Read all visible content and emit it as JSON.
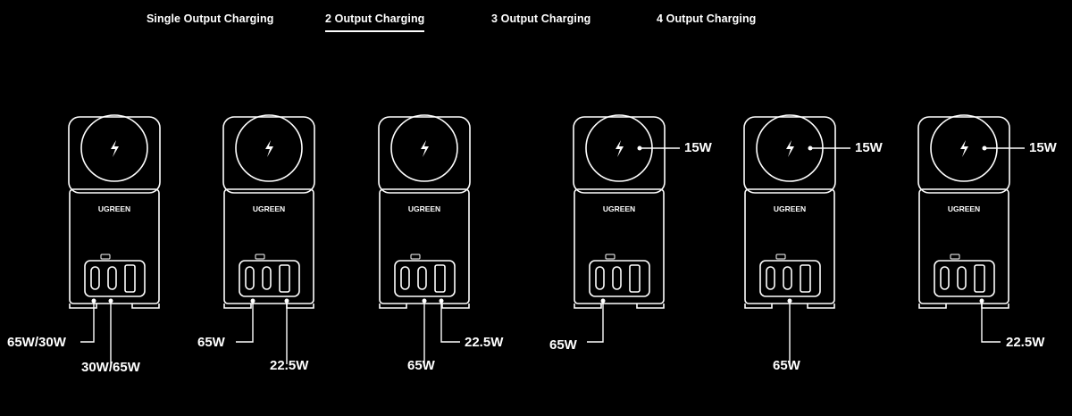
{
  "tabs": [
    {
      "label": "Single Output Charging",
      "active": false
    },
    {
      "label": "2 Output Charging",
      "active": true
    },
    {
      "label": "3 Output Charging",
      "active": false
    },
    {
      "label": "4 Output Charging",
      "active": false
    }
  ],
  "brand": "UGREEN",
  "chargers": [
    {
      "labels": [
        "65W/30W",
        "30W/65W"
      ]
    },
    {
      "labels": [
        "65W",
        "22.5W"
      ]
    },
    {
      "labels": [
        "65W",
        "22.5W"
      ]
    },
    {
      "labels": [
        "15W",
        "65W"
      ]
    },
    {
      "labels": [
        "15W",
        "65W"
      ]
    },
    {
      "labels": [
        "15W",
        "22.5W"
      ]
    }
  ],
  "colors": {
    "background": "#000000",
    "line": "#ffffff"
  }
}
